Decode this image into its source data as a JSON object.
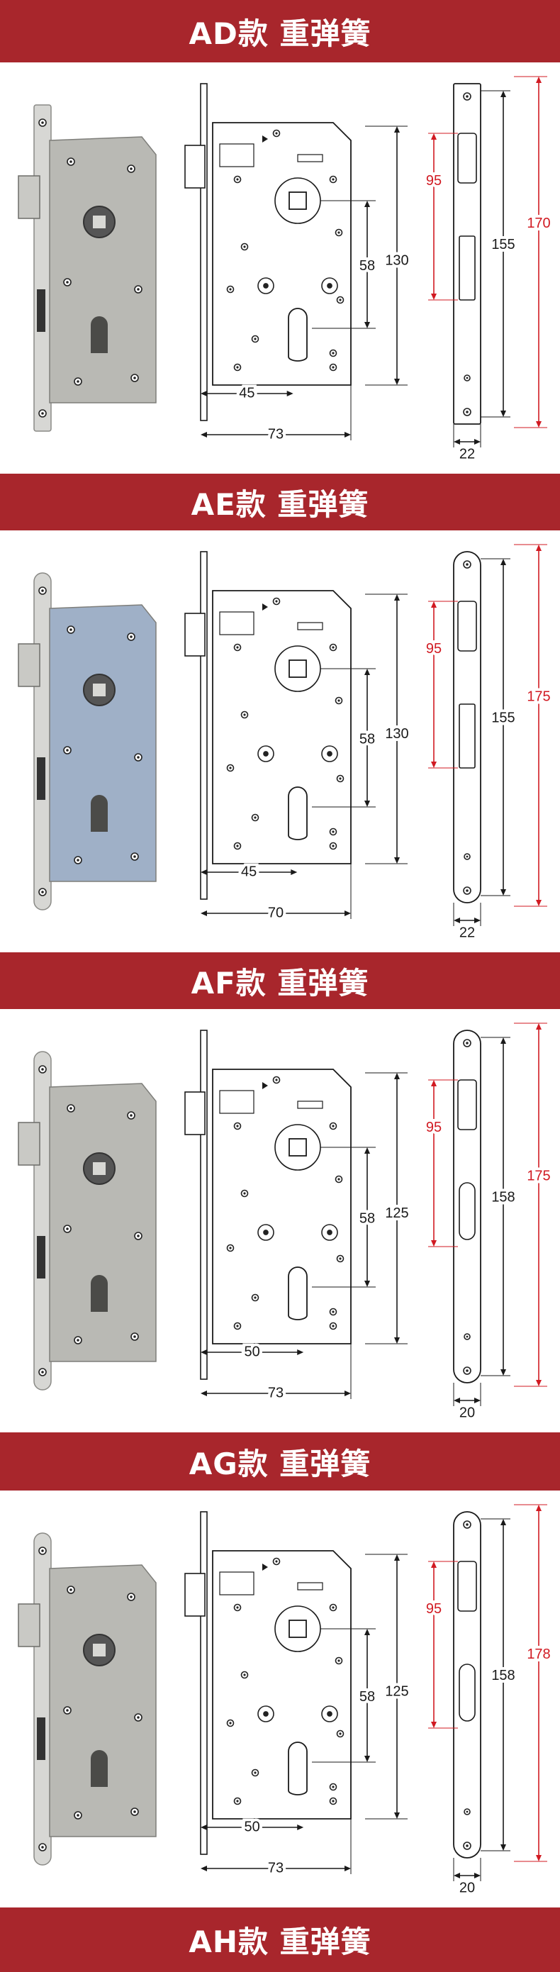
{
  "sections": [
    {
      "model": "AD款 重弹簧",
      "dims": {
        "backset": "45",
        "body_width": "73",
        "body_height": "130",
        "spindle_cyl": "58",
        "faceplate_width": "22",
        "strike_span": "95",
        "faceplate_length": "155",
        "overall_length": "170"
      }
    },
    {
      "model": "AE款 重弹簧",
      "dims": {
        "backset": "45",
        "body_width": "70",
        "body_height": "130",
        "spindle_cyl": "58",
        "faceplate_width": "22",
        "strike_span": "95",
        "faceplate_length": "155",
        "overall_length": "175"
      }
    },
    {
      "model": "AF款 重弹簧",
      "dims": {
        "backset": "50",
        "body_width": "73",
        "body_height": "125",
        "spindle_cyl": "58",
        "faceplate_width": "20",
        "strike_span": "95",
        "faceplate_length": "158",
        "overall_length": "175"
      }
    },
    {
      "model": "AG款 重弹簧",
      "dims": {
        "backset": "50",
        "body_width": "73",
        "body_height": "125",
        "spindle_cyl": "58",
        "faceplate_width": "20",
        "strike_span": "95",
        "faceplate_length": "158",
        "overall_length": "178"
      }
    }
  ],
  "footer_banner": "AH款 重弹簧",
  "colors": {
    "banner": "#a8262c",
    "dimension_red": "#d11a22",
    "line": "#1a1a1a"
  }
}
